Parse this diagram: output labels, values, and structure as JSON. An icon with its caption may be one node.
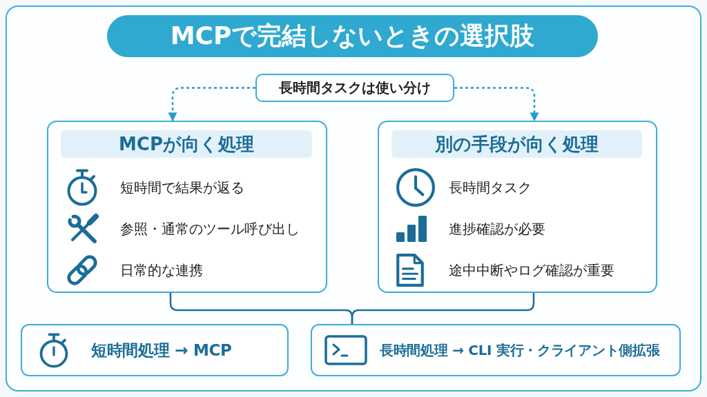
{
  "diagram": {
    "title": "MCPで完結しないときの選択肢",
    "nodes": [
      {
        "text": [
          "長時間タスクは使い分け"
        ]
      },
      {
        "text": [
          "MCPが向く処理",
          "短時間で結果が返る",
          "参照・通常のツール呼び出し",
          "日常的な連携"
        ]
      },
      {
        "text": [
          "別の手段が向く処理",
          "長時間タスク",
          "進捗確認が必要",
          "途中中断やログ確認が重要"
        ]
      },
      {
        "text": [
          "短時間処理 → MCP"
        ]
      },
      {
        "text": [
          "長時間処理 → CLI 実行・クライアント側拡張"
        ]
      }
    ],
    "edges": [
      {
        "from": 0,
        "to": 1,
        "arrow": "to",
        "style": "dashed",
        "color": "#2a9ccb"
      },
      {
        "from": 0,
        "to": 2,
        "arrow": "to",
        "style": "dashed",
        "color": "#2a9ccb"
      },
      {
        "from": 1,
        "to": 4,
        "arrow": "none"
      },
      {
        "from": 2,
        "to": 4,
        "arrow": "none"
      }
    ]
  }
}
